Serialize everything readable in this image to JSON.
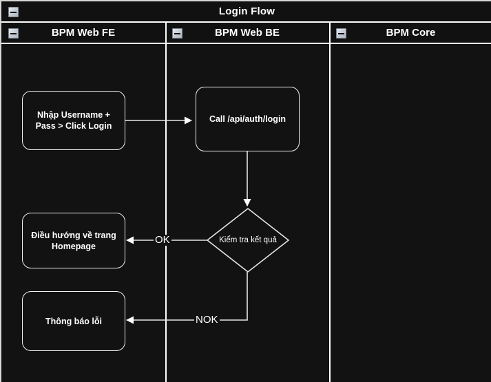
{
  "pool": {
    "title": "Login Flow",
    "collapse_icon": "minus-box-icon"
  },
  "lanes": [
    {
      "id": "fe",
      "label": "BPM Web FE",
      "collapse_icon": "minus-box-icon"
    },
    {
      "id": "be",
      "label": "BPM Web BE",
      "collapse_icon": "minus-box-icon"
    },
    {
      "id": "core",
      "label": "BPM Core",
      "collapse_icon": "minus-box-icon"
    }
  ],
  "nodes": [
    {
      "id": "input-credentials",
      "lane": "fe",
      "type": "task",
      "label": "Nhập Username +\nPass > Click Login"
    },
    {
      "id": "call-login-api",
      "lane": "be",
      "type": "task",
      "label": "Call /api/auth/login"
    },
    {
      "id": "check-result",
      "lane": "be",
      "type": "decision",
      "label": "Kiểm tra kết quả"
    },
    {
      "id": "go-homepage",
      "lane": "fe",
      "type": "task",
      "label": "Điều hướng về trang\nHomepage"
    },
    {
      "id": "show-error",
      "lane": "fe",
      "type": "task",
      "label": "Thông báo lỗi"
    }
  ],
  "edges": [
    {
      "id": "e1",
      "from": "input-credentials",
      "to": "call-login-api",
      "label": ""
    },
    {
      "id": "e2",
      "from": "call-login-api",
      "to": "check-result",
      "label": ""
    },
    {
      "id": "e3",
      "from": "check-result",
      "to": "go-homepage",
      "label": "OK"
    },
    {
      "id": "e4",
      "from": "check-result",
      "to": "show-error",
      "label": "NOK"
    }
  ],
  "colors": {
    "background": "#121212",
    "stroke": "#ffffff",
    "text": "#ffffff",
    "header_bg": "#111111"
  }
}
